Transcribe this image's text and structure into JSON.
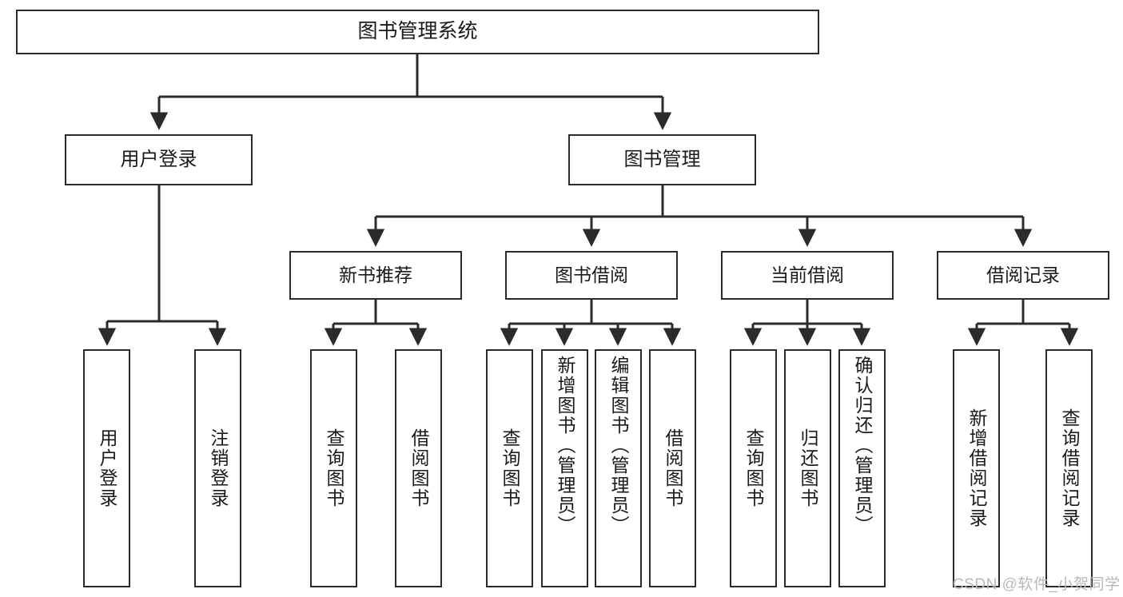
{
  "diagram": {
    "title": "图书管理系统",
    "type": "functional-structure-tree",
    "root": {
      "id": "root",
      "label": "图书管理系统"
    },
    "level1": [
      {
        "id": "user-login",
        "label": "用户登录"
      },
      {
        "id": "book-manage",
        "label": "图书管理"
      }
    ],
    "level2": [
      {
        "id": "new-book-recommend",
        "label": "新书推荐",
        "parent": "book-manage"
      },
      {
        "id": "book-borrow",
        "label": "图书借阅",
        "parent": "book-manage"
      },
      {
        "id": "current-borrow",
        "label": "当前借阅",
        "parent": "book-manage"
      },
      {
        "id": "borrow-record",
        "label": "借阅记录",
        "parent": "book-manage"
      }
    ],
    "leaves": [
      {
        "id": "leaf-user-login",
        "label": "用户登录",
        "parent": "user-login"
      },
      {
        "id": "leaf-logout-login",
        "label": "注销登录",
        "parent": "user-login"
      },
      {
        "id": "leaf-query-book-1",
        "label": "查询图书",
        "parent": "new-book-recommend"
      },
      {
        "id": "leaf-borrow-book-1",
        "label": "借阅图书",
        "parent": "new-book-recommend"
      },
      {
        "id": "leaf-query-book-2",
        "label": "查询图书",
        "parent": "book-borrow"
      },
      {
        "id": "leaf-add-book",
        "label": "新增图书（管理员）",
        "parent": "book-borrow"
      },
      {
        "id": "leaf-edit-book",
        "label": "编辑图书（管理员）",
        "parent": "book-borrow"
      },
      {
        "id": "leaf-borrow-book-2",
        "label": "借阅图书",
        "parent": "book-borrow"
      },
      {
        "id": "leaf-query-book-3",
        "label": "查询图书",
        "parent": "current-borrow"
      },
      {
        "id": "leaf-return-book",
        "label": "归还图书",
        "parent": "current-borrow"
      },
      {
        "id": "leaf-confirm-return",
        "label": "确认归还（管理员）",
        "parent": "current-borrow"
      },
      {
        "id": "leaf-add-record",
        "label": "新增借阅记录",
        "parent": "borrow-record"
      },
      {
        "id": "leaf-query-record",
        "label": "查询借阅记录",
        "parent": "borrow-record"
      }
    ],
    "watermark": "CSDN @软件_小贺同学",
    "colors": {
      "box_border": "#2b2b2b",
      "box_fill": "#ffffff",
      "connector": "#2b2b2b",
      "text": "#1a1a1a",
      "watermark": "#b9b9b9",
      "background": "#ffffff"
    }
  }
}
